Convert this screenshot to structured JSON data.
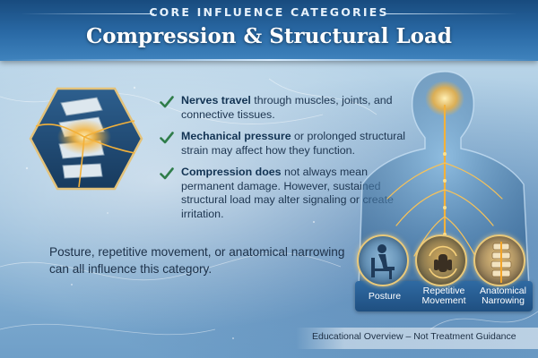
{
  "header": {
    "eyebrow": "CORE INFLUENCE CATEGORIES",
    "title": "Compression & Structural Load"
  },
  "bullets": [
    {
      "bold": "Nerves travel",
      "text": " through muscles, joints, and connective tissues."
    },
    {
      "bold": "Mechanical pressure",
      "text": " or prolonged structural strain may affect how they function."
    },
    {
      "bold": "Compression does",
      "text": " not always mean permanent damage. However, sustained structural load may alter signaling or create irritation."
    }
  ],
  "summary": {
    "lead": "Posture, repetitive movement, or anatomical narrowing",
    "rest": " can all influence this category."
  },
  "categories": [
    {
      "label": "Posture"
    },
    {
      "label": "Repetitive Movement"
    },
    {
      "label": "Anatomical Narrowing"
    }
  ],
  "footer": "Educational Overview – Not Treatment Guidance",
  "colors": {
    "header": "#2a6aa6",
    "check": "#2f7d4a",
    "nerve": "#f3b13a",
    "accent_gold": "#e9c97a"
  },
  "icons": [
    "check-icon",
    "spine-icon",
    "body-nerve-icon",
    "posture-icon",
    "repetitive-movement-icon",
    "anatomical-narrowing-icon"
  ]
}
